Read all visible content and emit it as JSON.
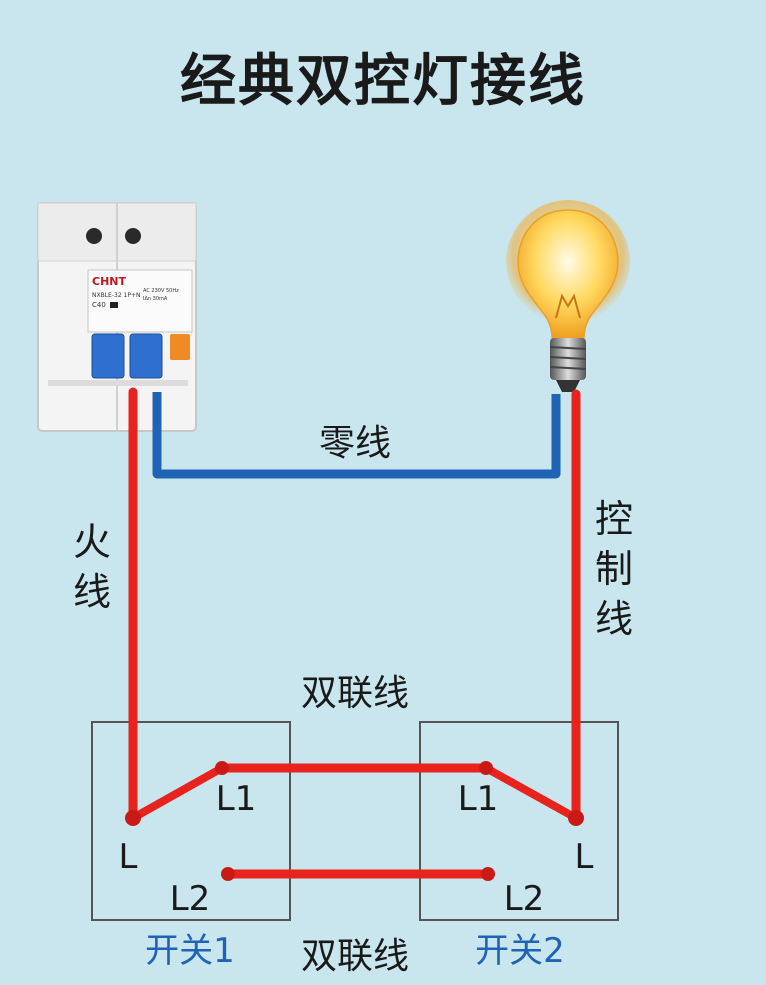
{
  "title": "经典双控灯接线",
  "breaker": {
    "brand": "CHNT",
    "model": "NXBLE-32 1P+N",
    "rating": "C40",
    "spec_line1": "AC 230V 50Hz",
    "spec_line2": "IΔn 30mA"
  },
  "labels": {
    "neutral": "零线",
    "live": [
      "火",
      "线"
    ],
    "control": [
      "控",
      "制",
      "线"
    ],
    "traveler_top": "双联线",
    "traveler_bottom": "双联线"
  },
  "switch1": {
    "name": "开关1",
    "L": "L",
    "L1": "L1",
    "L2": "L2"
  },
  "switch2": {
    "name": "开关2",
    "L": "L",
    "L1": "L1",
    "L2": "L2"
  },
  "colors": {
    "background": "#c9e6ef",
    "live_wire": "#e8231e",
    "neutral_wire": "#1f64b4",
    "switch_label": "#1f64b4",
    "box_border": "#555555"
  }
}
